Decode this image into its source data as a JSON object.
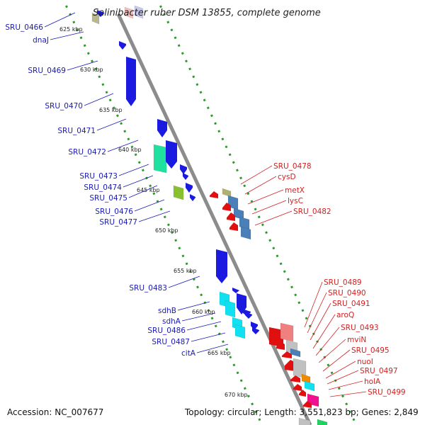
{
  "title": "Salinibacter ruber DSM 13855, complete genome",
  "footer": {
    "accession": "Accession: NC_007677",
    "summary": "Topology: circular; Length: 3,551,823 bp; Genes: 2,849"
  },
  "colors": {
    "backbone": "#8c8c8c",
    "tick": "#2e9a2e",
    "left_label": "#1a1ab8",
    "right_label": "#d42020",
    "forward": "#1a1ae0",
    "reverse": "#e01010",
    "cyan": "#10e0f0",
    "steel": "#4a7fb8"
  },
  "kbp_labels": [
    "625 kbp",
    "630 kbp",
    "635 kbp",
    "640 kbp",
    "645 kbp",
    "650 kbp",
    "655 kbp",
    "660 kbp",
    "665 kbp",
    "670 kbp"
  ],
  "left_labels": [
    "SRU_0466",
    "dnaJ",
    "SRU_0469",
    "SRU_0470",
    "SRU_0471",
    "SRU_0472",
    "SRU_0473",
    "SRU_0474",
    "SRU_0475",
    "SRU_0476",
    "SRU_0477",
    "SRU_0483",
    "sdhB",
    "sdhA",
    "SRU_0486",
    "SRU_0487",
    "citA"
  ],
  "right_labels": [
    "SRU_0478",
    "cysD",
    "metX",
    "lysC",
    "SRU_0482",
    "SRU_0489",
    "SRU_0490",
    "SRU_0491",
    "aroQ",
    "SRU_0493",
    "mviN",
    "SRU_0495",
    "nuoI",
    "SRU_0497",
    "holA",
    "SRU_0499"
  ]
}
